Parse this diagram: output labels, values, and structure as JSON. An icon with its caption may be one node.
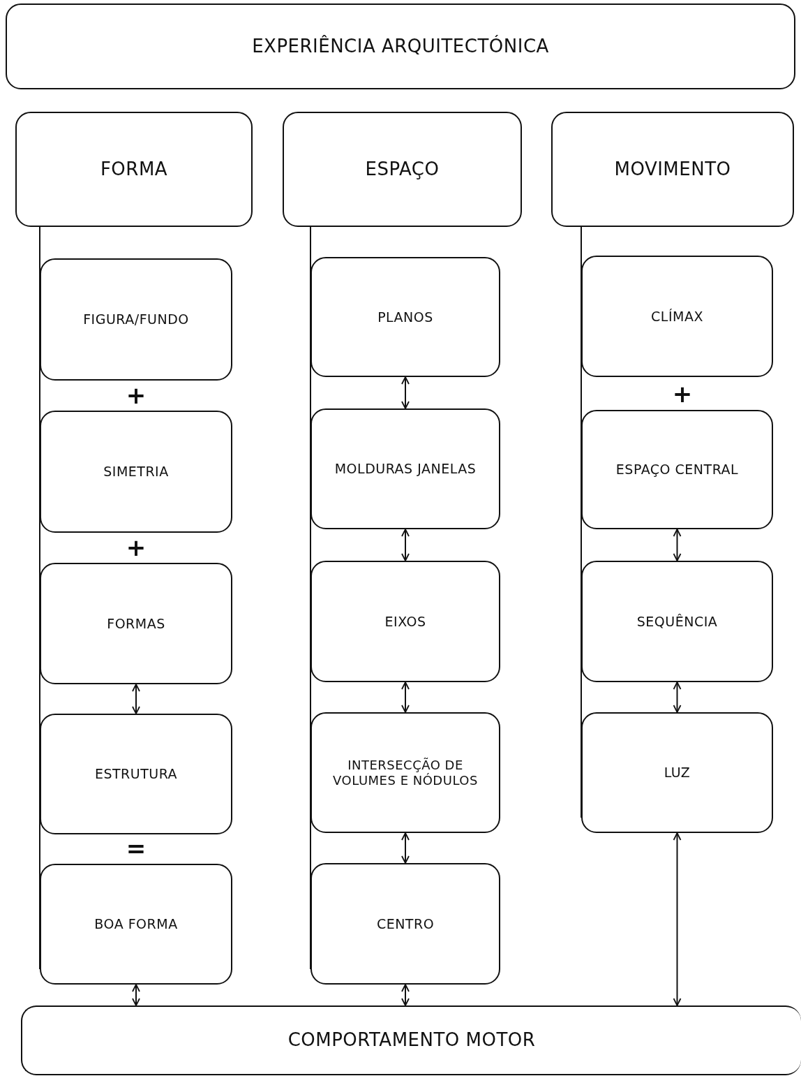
{
  "diagram": {
    "nodes": [
      {
        "text": [
          "EXPERIÊNCIA ARQUITECTÓNICA"
        ]
      },
      {
        "text": [
          "FORMA"
        ]
      },
      {
        "text": [
          "ESPAÇO"
        ]
      },
      {
        "text": [
          "MOVIMENTO"
        ]
      },
      {
        "text": [
          "FIGURA/FUNDO"
        ]
      },
      {
        "text": [
          "SIMETRIA"
        ]
      },
      {
        "text": [
          "FORMAS"
        ]
      },
      {
        "text": [
          "ESTRUTURA"
        ]
      },
      {
        "text": [
          "BOA FORMA"
        ]
      },
      {
        "text": [
          "PLANOS"
        ]
      },
      {
        "text": [
          "MOLDURAS JANELAS"
        ]
      },
      {
        "text": [
          "EIXOS"
        ]
      },
      {
        "text": [
          "INTERSECÇÃO DE VOLUMES E NÓDULOS"
        ]
      },
      {
        "text": [
          "CENTRO"
        ]
      },
      {
        "text": [
          "CLÍMAX"
        ]
      },
      {
        "text": [
          "ESPAÇO CENTRAL"
        ]
      },
      {
        "text": [
          "SEQUÊNCIA"
        ]
      },
      {
        "text": [
          "LUZ"
        ]
      },
      {
        "text": [
          "COMPORTAMENTO MOTOR"
        ]
      }
    ],
    "edges": [
      {
        "from": 1,
        "to": 8,
        "arrow": "none"
      },
      {
        "from": 2,
        "to": 13,
        "arrow": "none"
      },
      {
        "from": 3,
        "to": 17,
        "arrow": "none"
      },
      {
        "from": 6,
        "to": 7,
        "arrow": "both"
      },
      {
        "from": 8,
        "to": 18,
        "arrow": "both"
      },
      {
        "from": 9,
        "to": 10,
        "arrow": "both"
      },
      {
        "from": 10,
        "to": 11,
        "arrow": "both"
      },
      {
        "from": 11,
        "to": 12,
        "arrow": "both"
      },
      {
        "from": 12,
        "to": 13,
        "arrow": "both"
      },
      {
        "from": 13,
        "to": 18,
        "arrow": "both"
      },
      {
        "from": 15,
        "to": 16,
        "arrow": "both"
      },
      {
        "from": 16,
        "to": 17,
        "arrow": "both"
      },
      {
        "from": 17,
        "to": 18,
        "arrow": "both"
      }
    ],
    "labels": [
      "+",
      "+",
      "+",
      "="
    ]
  }
}
